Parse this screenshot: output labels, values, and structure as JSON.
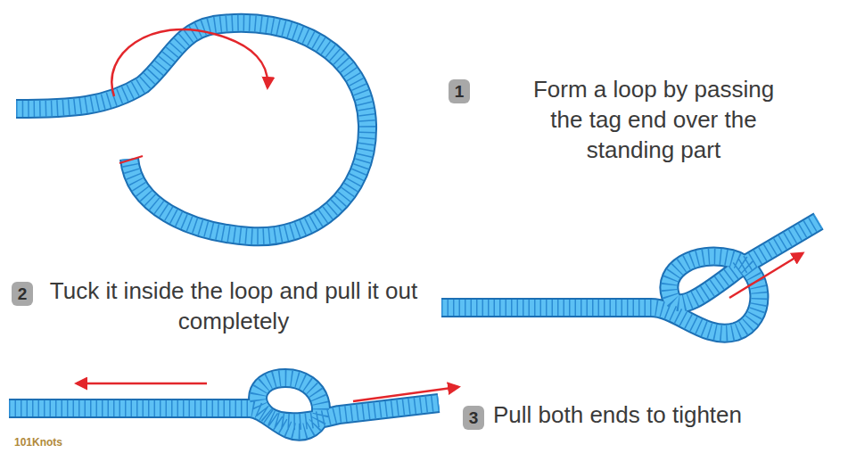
{
  "diagram": {
    "nodes": [
      {
        "text": [
          "1"
        ]
      },
      {
        "text": [
          "2"
        ]
      },
      {
        "text": [
          "3"
        ]
      }
    ],
    "labels": [
      "Form a loop by passing the tag end over the standing part",
      "Tuck it inside the loop and pull it out completely",
      "Pull both ends to tighten",
      "101Knots"
    ]
  }
}
